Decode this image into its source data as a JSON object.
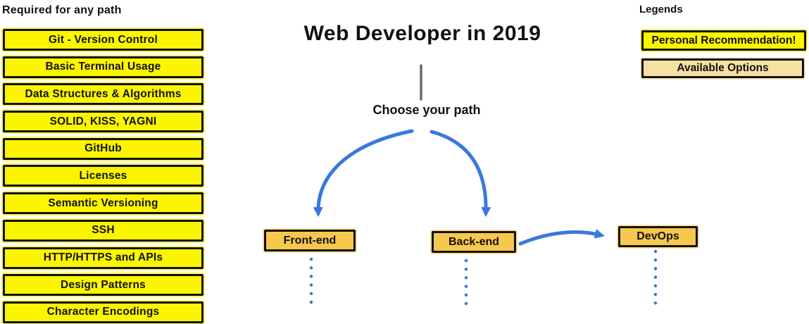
{
  "page": {
    "title": "Web Developer in 2019",
    "choose_label": "Choose your path"
  },
  "required": {
    "heading": "Required for any path",
    "items": [
      "Git - Version Control",
      "Basic Terminal Usage",
      "Data Structures & Algorithms",
      "SOLID, KISS, YAGNI",
      "GitHub",
      "Licenses",
      "Semantic Versioning",
      "SSH",
      "HTTP/HTTPS and APIs",
      "Design Patterns",
      "Character Encodings"
    ]
  },
  "paths": {
    "front_end": "Front-end",
    "back_end": "Back-end",
    "devops": "DevOps"
  },
  "legends": {
    "heading": "Legends",
    "personal_recommendation": "Personal Recommendation!",
    "available_options": "Available Options"
  },
  "colors": {
    "required_yellow": "#FCF500",
    "option_orange": "#F7C84E",
    "available_tan": "#F8DFA3",
    "arrow_blue": "#3978DE",
    "stem_gray": "#6A6A6A",
    "border_black": "#111111"
  }
}
